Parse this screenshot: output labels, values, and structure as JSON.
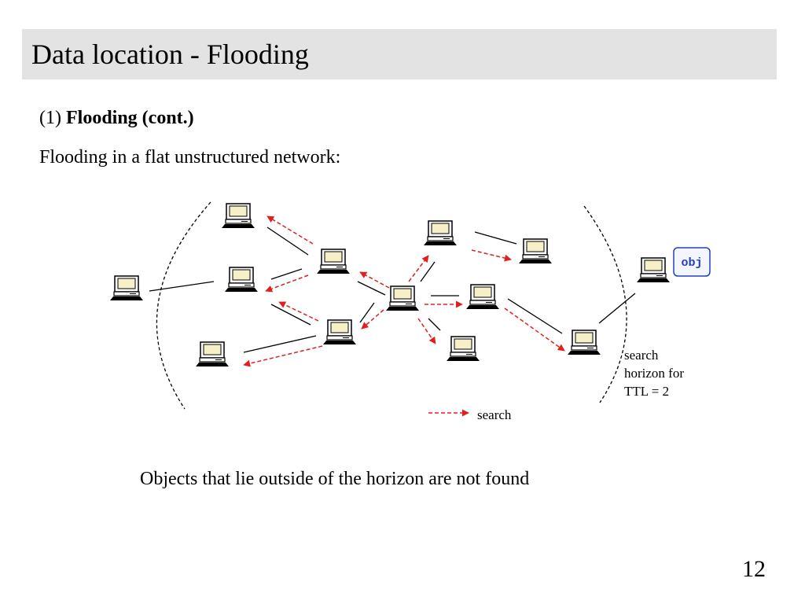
{
  "slide": {
    "title": "Data location - Flooding",
    "subheading_prefix": "(1) ",
    "subheading_bold": "Flooding (cont.)",
    "intro": "Flooding in a flat unstructured network:",
    "conclusion": "Objects that lie outside of the horizon are not found",
    "page_number": "12"
  },
  "diagram": {
    "object_label": "obj",
    "horizon_label": "search\nhorizon for\nTTL = 2",
    "legend_label": "search",
    "colors": {
      "search_arrow": "#e02020",
      "object_text": "#2040c0",
      "object_border": "#2040c0",
      "horizon": "#000000"
    },
    "nodes": [
      {
        "id": "n-top-left"
      },
      {
        "id": "n-left"
      },
      {
        "id": "n-mid-left-top"
      },
      {
        "id": "n-mid-left"
      },
      {
        "id": "n-bottom-left"
      },
      {
        "id": "n-hub-left-lower"
      },
      {
        "id": "n-center"
      },
      {
        "id": "n-top-center"
      },
      {
        "id": "n-top-right"
      },
      {
        "id": "n-right-mid"
      },
      {
        "id": "n-bottom-center"
      },
      {
        "id": "n-bottom-right"
      },
      {
        "id": "n-outside-object"
      }
    ]
  }
}
